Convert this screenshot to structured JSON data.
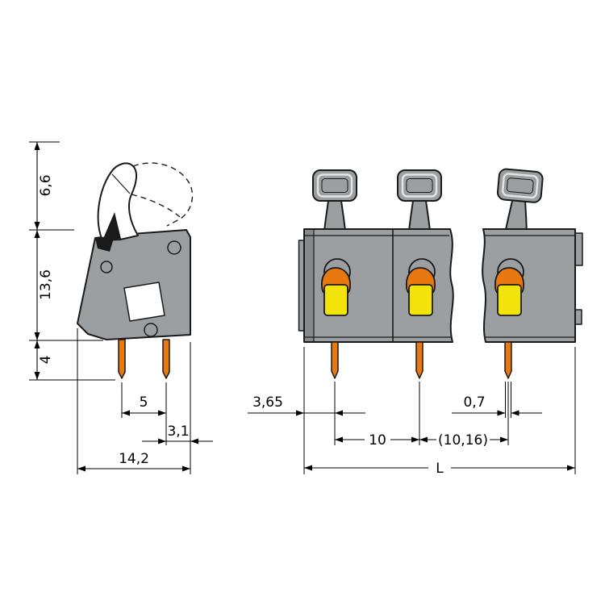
{
  "colors": {
    "body": "#9b9fa2",
    "body_dark": "#868a8d",
    "orange": "#e8780f",
    "yellow": "#f2e30b",
    "outline": "#1a1a1a"
  },
  "side_view": {
    "dims": {
      "lever_height": "6,6",
      "housing_height": "13,6",
      "pin_length": "4",
      "pin_pitch": "5",
      "pin_edge_offset": "3,1",
      "overall_depth": "14,2"
    }
  },
  "front_view": {
    "dims": {
      "edge_to_first_pin": "3,65",
      "pole_pitch": "10",
      "pole_pitch_variant": "(10,16)",
      "pin_width": "0,7",
      "overall_length": "L"
    }
  }
}
